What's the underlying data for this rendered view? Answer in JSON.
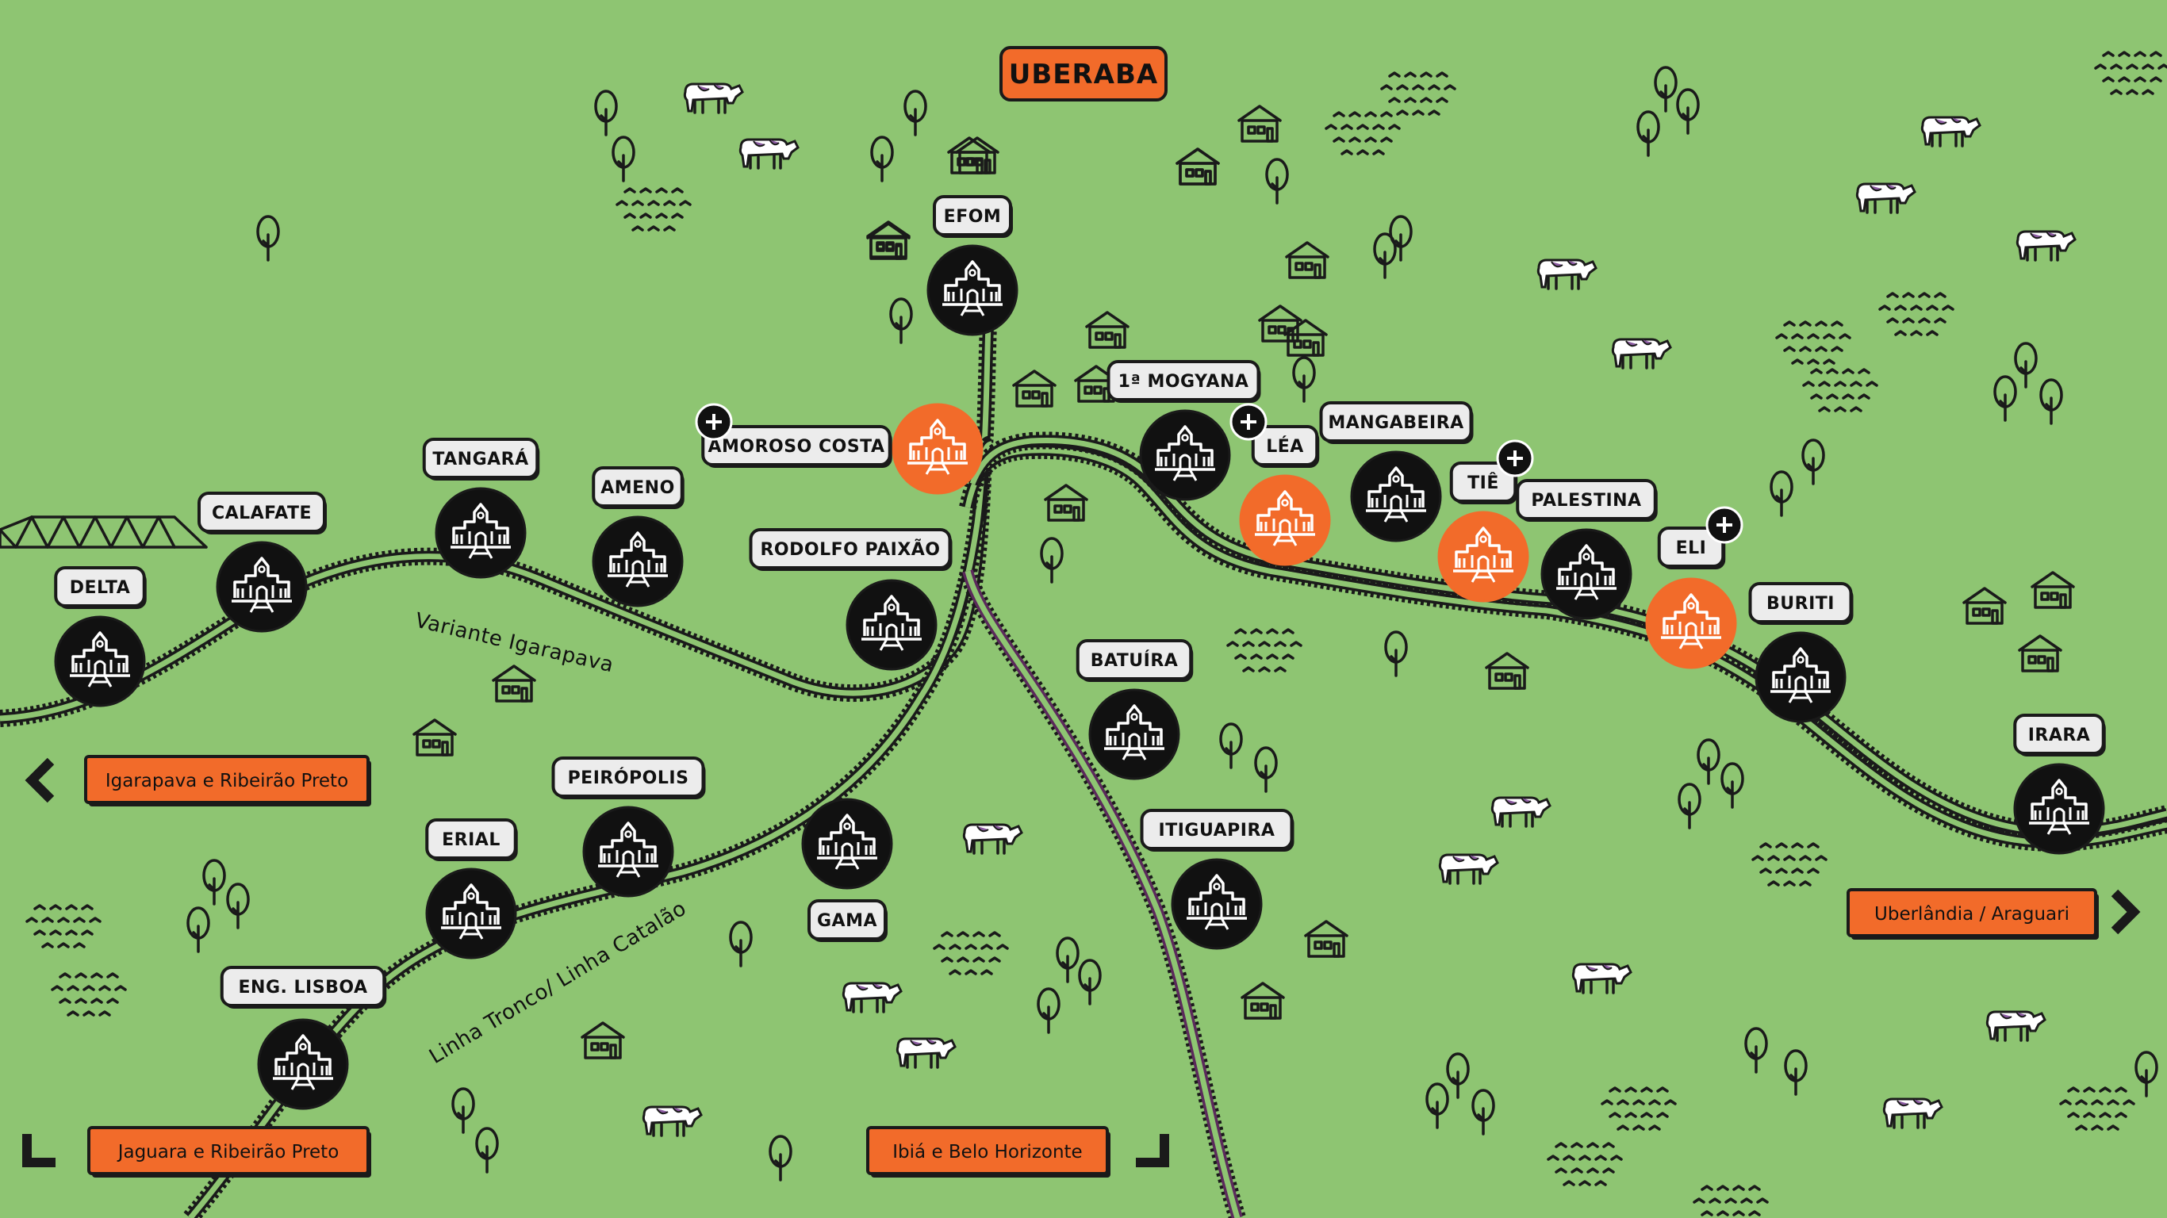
{
  "title": "UBERABA",
  "colors": {
    "background": "#8ec572",
    "accent": "#f26b2a",
    "station": "#111111",
    "label": "#ececec",
    "ibia_line": "#6b2f6b"
  },
  "stations": [
    {
      "id": "delta",
      "label": "DELTA",
      "type": "black"
    },
    {
      "id": "calafate",
      "label": "CALAFATE",
      "type": "black"
    },
    {
      "id": "tangara",
      "label": "TANGARÁ",
      "type": "black"
    },
    {
      "id": "ameno",
      "label": "AMENO",
      "type": "black"
    },
    {
      "id": "rodolfo",
      "label": "RODOLFO PAIXÃO",
      "type": "black"
    },
    {
      "id": "amoroso",
      "label": "AMOROSO COSTA",
      "type": "orange",
      "plus": true
    },
    {
      "id": "efom",
      "label": "EFOM",
      "type": "black"
    },
    {
      "id": "mogyana",
      "label": "1ª MOGYANA",
      "type": "black"
    },
    {
      "id": "lea",
      "label": "LÉA",
      "type": "orange",
      "plus": true
    },
    {
      "id": "mangabeira",
      "label": "MANGABEIRA",
      "type": "black"
    },
    {
      "id": "tie",
      "label": "TIÊ",
      "type": "orange",
      "plus": true
    },
    {
      "id": "palestina",
      "label": "PALESTINA",
      "type": "black"
    },
    {
      "id": "eli",
      "label": "ELI",
      "type": "orange",
      "plus": true
    },
    {
      "id": "buriti",
      "label": "BURITI",
      "type": "black"
    },
    {
      "id": "irara",
      "label": "IRARA",
      "type": "black"
    },
    {
      "id": "batuira",
      "label": "BATUÍRA",
      "type": "black"
    },
    {
      "id": "itiguapira",
      "label": "ITIGUAPIRA",
      "type": "black"
    },
    {
      "id": "gama",
      "label": "GAMA",
      "type": "black"
    },
    {
      "id": "peiropolis",
      "label": "PEIRÓPOLIS",
      "type": "black"
    },
    {
      "id": "erial",
      "label": "ERIAL",
      "type": "black"
    },
    {
      "id": "englisboa",
      "label": "ENG. LISBOA",
      "type": "black"
    }
  ],
  "routes": [
    {
      "id": "igarapava",
      "label": "Igarapava e Ribeirão Preto",
      "arrow": "left"
    },
    {
      "id": "jaguara",
      "label": "Jaguara e Ribeirão Preto",
      "arrow": "down-left"
    },
    {
      "id": "ibia",
      "label": "Ibiá e Belo Horizonte",
      "arrow": "down-right"
    },
    {
      "id": "uberlandia",
      "label": "Uberlândia / Araguari",
      "arrow": "right"
    }
  ],
  "line_labels": {
    "variante": "Variante Igarapava",
    "tronco": "Linha Tronco/ Linha Catalão"
  }
}
